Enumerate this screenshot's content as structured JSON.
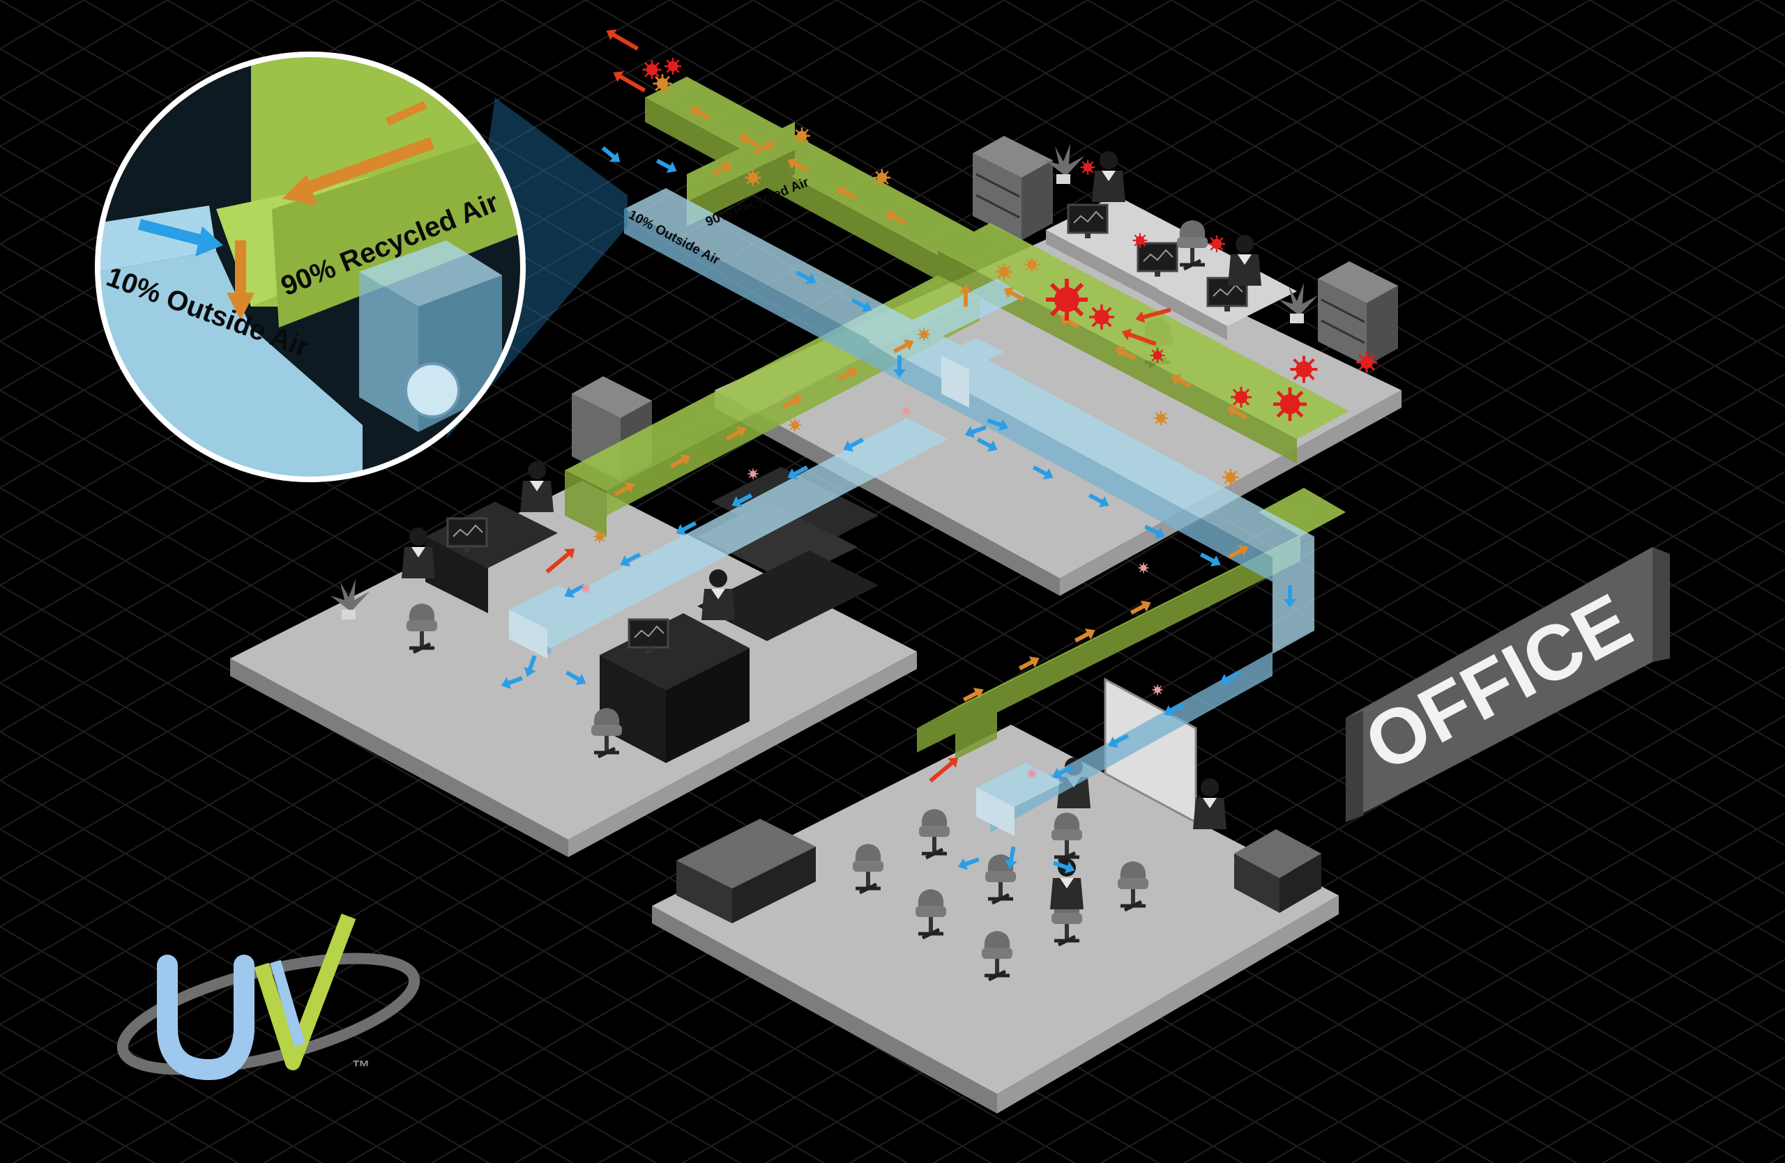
{
  "labels": {
    "outside_air": "10% Outside Air",
    "recycled_air": "90% Recycled Air",
    "office_sign": "OFFICE",
    "logo_letters": "UV",
    "trademark": "™"
  },
  "colors": {
    "background": "#000000",
    "grid": "#1c1c1c",
    "floor_top": "#bdbdbd",
    "floor_side": "#8a8a8a",
    "recycled_duct": "#9dc24a",
    "outside_duct": "#a9d6ea",
    "airflow_arrow_red": "#e23b1c",
    "airflow_arrow_blue": "#2a9ee6",
    "virus_red": "#e21f1f",
    "virus_orange": "#d9892b",
    "sign_gray": "#5e5e5e",
    "logo_blue": "#9fc8ee",
    "logo_green": "#b7d347"
  },
  "icons": {
    "virus": "virus-icon",
    "person": "person-icon",
    "chair": "chair-icon",
    "plant": "plant-icon",
    "monitor": "monitor-icon",
    "shelf": "bookshelf-icon",
    "sofa": "sofa-icon",
    "fan": "fan-unit-icon"
  }
}
